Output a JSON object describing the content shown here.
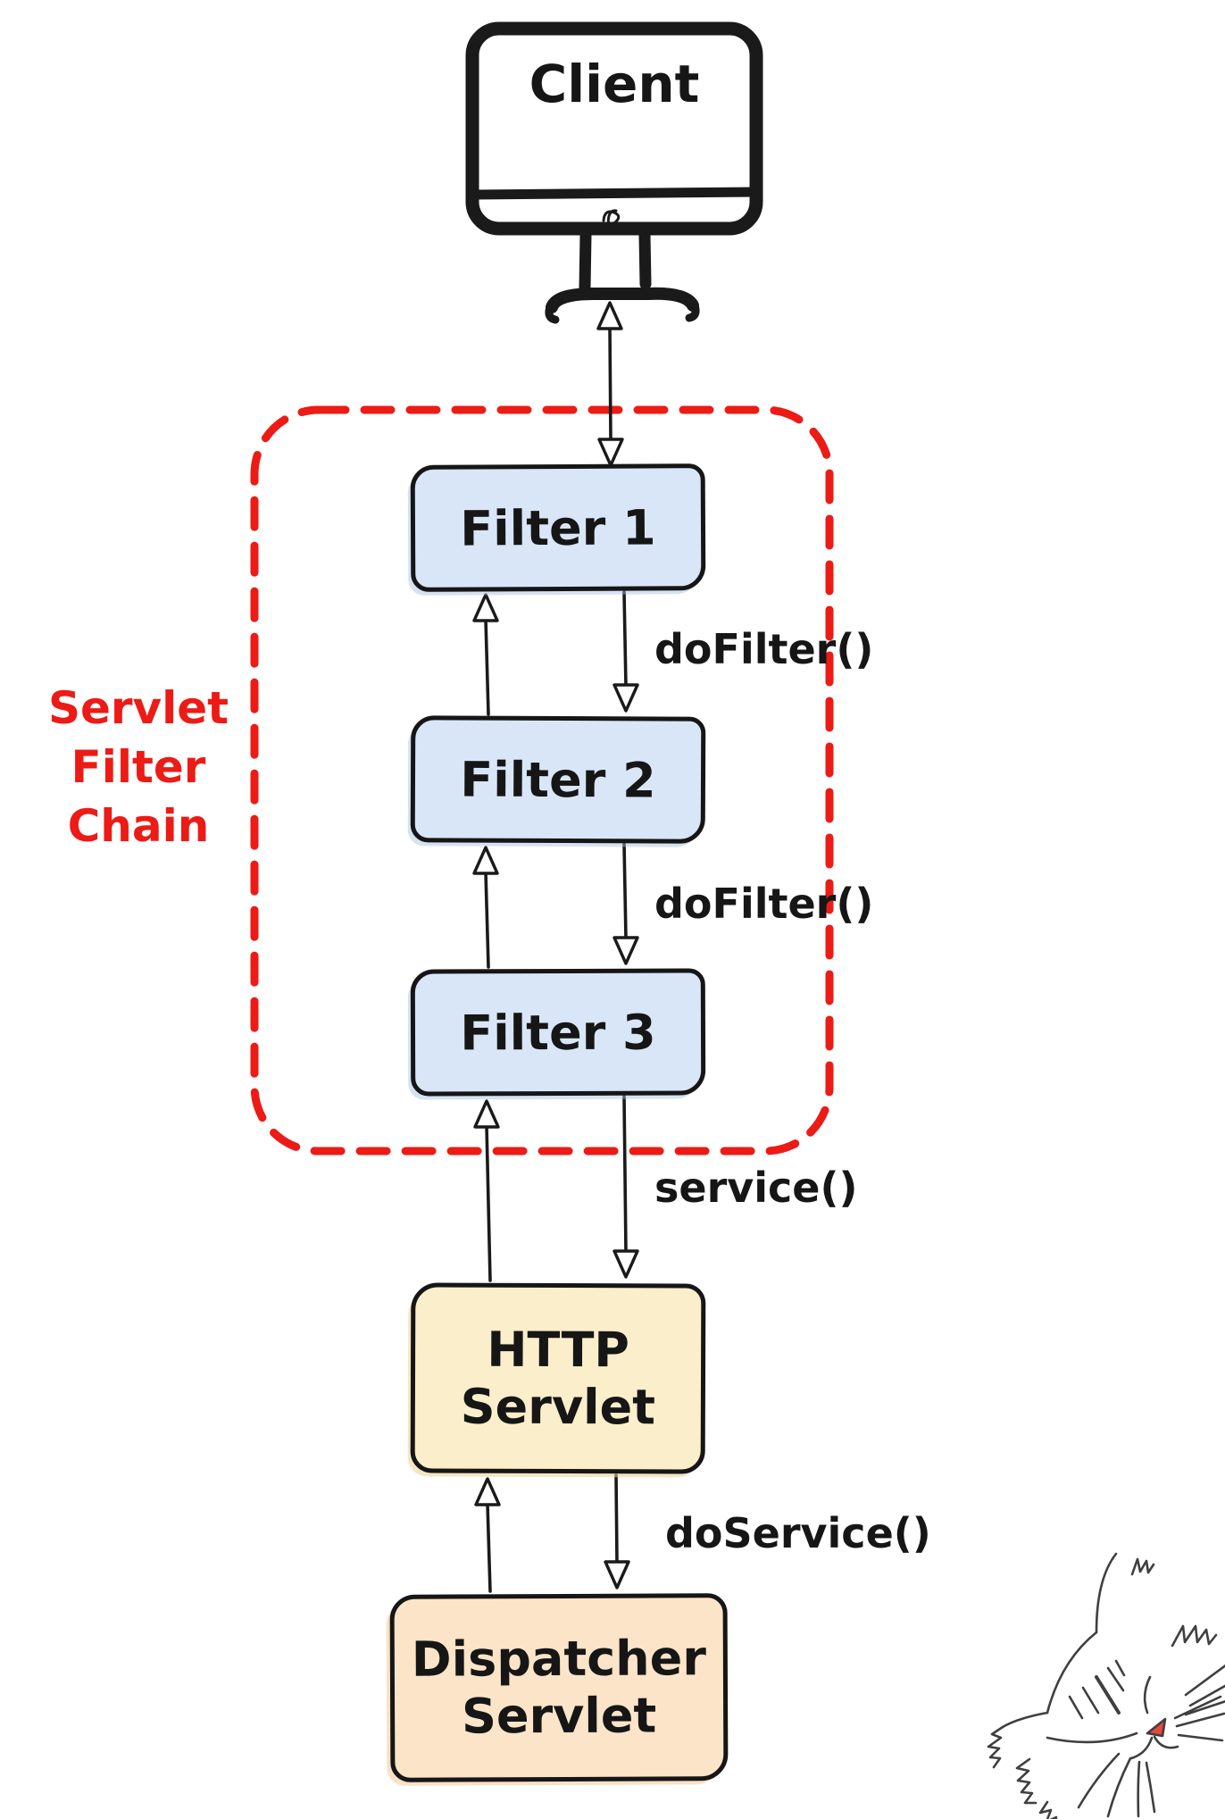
{
  "colors": {
    "ink": "#1a1a1a",
    "chain_red": "#ec1b16",
    "filter_fill": "#d9e6f8",
    "http_fill": "#fbeecb",
    "dispatcher_fill": "#fce4c9",
    "cat_nose": "#e4493e"
  },
  "client": {
    "label": "Client"
  },
  "chain": {
    "label_lines": [
      "Servlet",
      "Filter",
      "Chain"
    ],
    "filters": [
      {
        "label": "Filter 1"
      },
      {
        "label": "Filter 2"
      },
      {
        "label": "Filter 3"
      }
    ]
  },
  "edges": {
    "dofilter_1": "doFilter()",
    "dofilter_2": "doFilter()",
    "service": "service()",
    "doservice": "doService()"
  },
  "servlets": {
    "http": {
      "line1": "HTTP",
      "line2": "Servlet"
    },
    "dispatcher": {
      "line1": "Dispatcher",
      "line2": "Servlet"
    }
  },
  "icons": {
    "client_device": "monitor-icon",
    "corner_doodle": "cat-sketch-icon"
  }
}
